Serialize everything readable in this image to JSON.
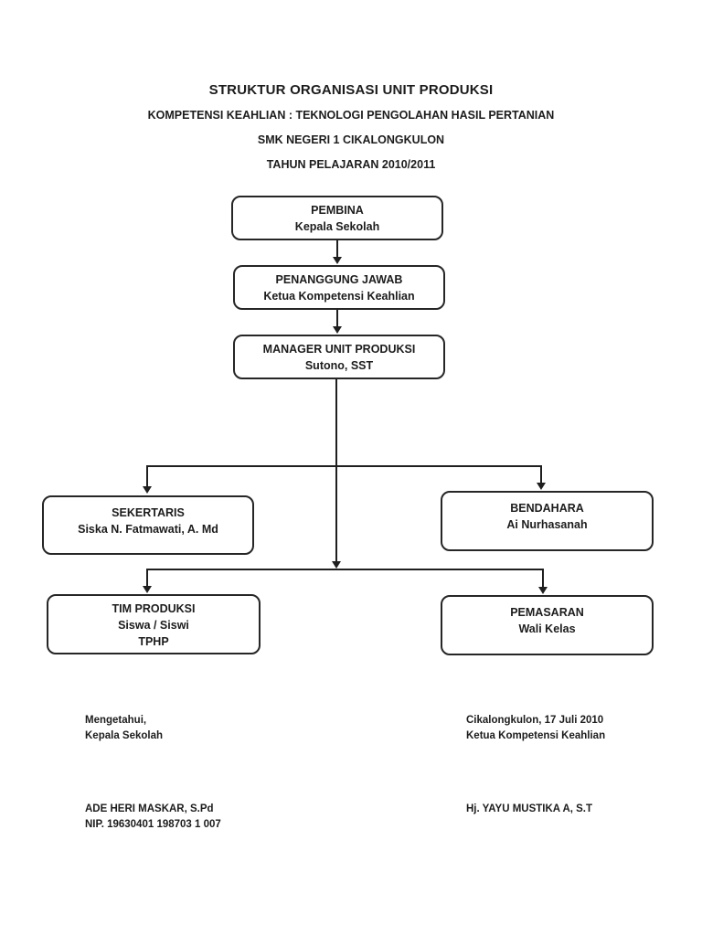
{
  "colors": {
    "background": "#ffffff",
    "text": "#1c1c1c",
    "line": "#1f1f1f",
    "box_border": "#262626"
  },
  "header": {
    "title": "STRUKTUR ORGANISASI UNIT PRODUKSI",
    "subtitle1": "KOMPETENSI KEAHLIAN : TEKNOLOGI PENGOLAHAN HASIL PERTANIAN",
    "subtitle2": "SMK NEGERI 1 CIKALONGKULON",
    "subtitle3": "TAHUN PELAJARAN 2010/2011"
  },
  "org": {
    "pembina": {
      "lines": [
        "PEMBINA",
        "Kepala Sekolah"
      ]
    },
    "penanggung_jawab": {
      "lines": [
        "PENANGGUNG JAWAB",
        "Ketua Kompetensi Keahlian"
      ]
    },
    "manager": {
      "lines": [
        "MANAGER UNIT PRODUKSI",
        "Sutono, SST"
      ]
    },
    "sekertaris": {
      "lines": [
        "SEKERTARIS",
        "Siska N. Fatmawati, A. Md"
      ]
    },
    "bendahara": {
      "lines": [
        "BENDAHARA",
        "Ai Nurhasanah"
      ]
    },
    "tim_produksi": {
      "lines": [
        "TIM PRODUKSI",
        "Siswa / Siswi",
        "TPHP"
      ]
    },
    "pemasaran": {
      "lines": [
        "PEMASARAN",
        "Wali Kelas"
      ]
    }
  },
  "footer": {
    "left": {
      "line1": "Mengetahui,",
      "line2": "Kepala Sekolah",
      "name": "ADE HERI MASKAR, S.Pd",
      "nip": "NIP. 19630401 198703 1 007"
    },
    "right": {
      "line1": "Cikalongkulon, 17 Juli 2010",
      "line2": "Ketua Kompetensi Keahlian",
      "name": "Hj. YAYU MUSTIKA A, S.T"
    }
  }
}
